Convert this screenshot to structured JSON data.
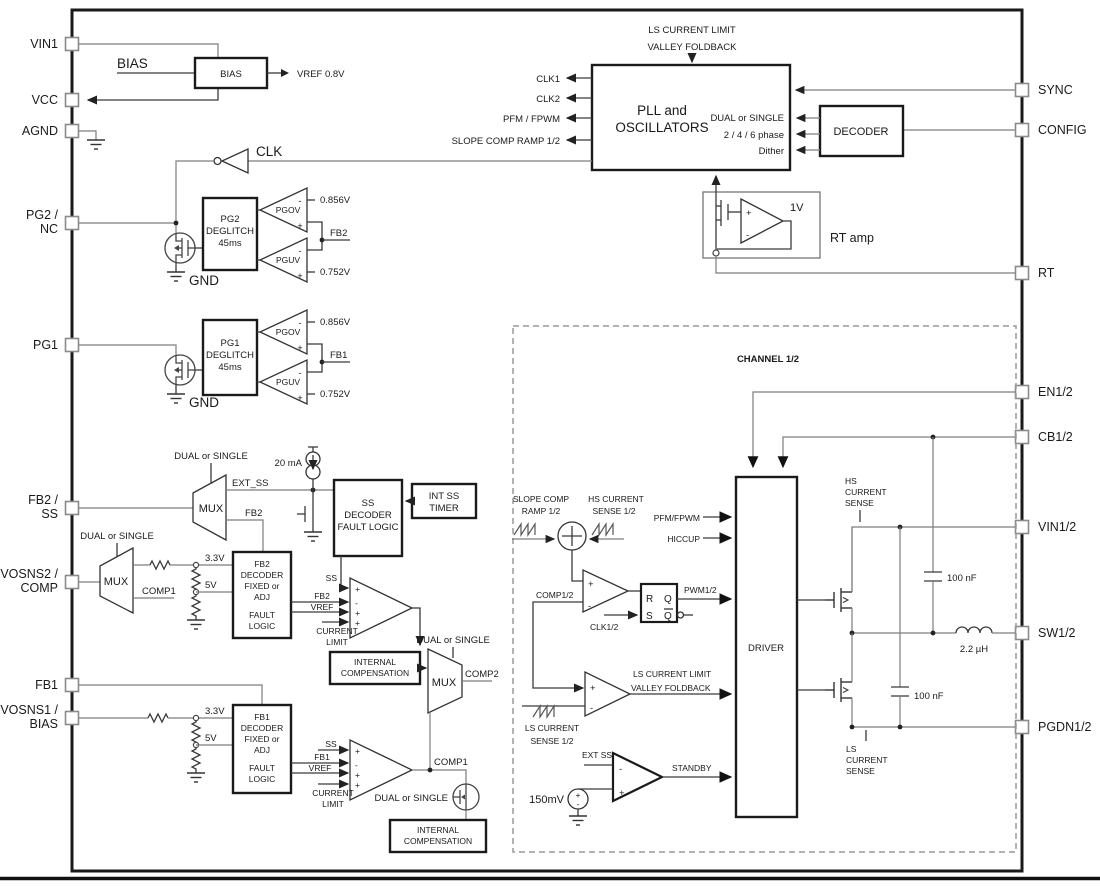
{
  "pins": {
    "left": [
      {
        "l1": "VIN1",
        "l2": ""
      },
      {
        "l1": "VCC",
        "l2": ""
      },
      {
        "l1": "AGND",
        "l2": ""
      },
      {
        "l1": "PG2 /",
        "l2": "NC"
      },
      {
        "l1": "PG1",
        "l2": ""
      },
      {
        "l1": "FB2 /",
        "l2": "SS"
      },
      {
        "l1": "VOSNS2 /",
        "l2": "COMP"
      },
      {
        "l1": "FB1",
        "l2": ""
      },
      {
        "l1": "VOSNS1 /",
        "l2": "BIAS"
      }
    ],
    "right": [
      "SYNC",
      "CONFIG",
      "RT",
      "EN1/2",
      "CB1/2",
      "VIN1/2",
      "SW1/2",
      "PGDN1/2"
    ]
  },
  "bias": {
    "net": "BIAS",
    "block": "BIAS",
    "vref": "VREF 0.8V"
  },
  "pll": {
    "top1": "LS CURRENT LIMIT",
    "top2": "VALLEY FOLDBACK",
    "name1": "PLL and",
    "name2": "OSCILLATORS",
    "out1": "CLK1",
    "out2": "CLK2",
    "out3": "PFM / FPWM",
    "out4": "SLOPE COMP RAMP 1/2",
    "clk": "CLK",
    "in1": "DUAL or SINGLE",
    "in2": "2 / 4 / 6 phase",
    "in3": "Dither"
  },
  "decoder": {
    "name": "DECODER"
  },
  "rtamp": {
    "ref": "1V",
    "name": "RT amp"
  },
  "pg2": {
    "b1": "PG2",
    "b2": "DEGLITCH",
    "b3": "45ms",
    "ov": "PGOV",
    "uv": "PGUV",
    "vov": "0.856V",
    "vuv": "0.752V",
    "fb": "FB2",
    "gnd": "GND"
  },
  "pg1": {
    "b1": "PG1",
    "b2": "DEGLITCH",
    "b3": "45ms",
    "ov": "PGOV",
    "uv": "PGUV",
    "vov": "0.856V",
    "vuv": "0.752V",
    "fb": "FB1",
    "gnd": "GND"
  },
  "muxss": {
    "ctrl": "DUAL or SINGLE",
    "name": "MUX",
    "out1": "EXT_SS",
    "out2": "FB2",
    "isrc": "20 mA"
  },
  "ssdec": {
    "l1": "SS",
    "l2": "DECODER",
    "l3": "FAULT LOGIC",
    "out": "SS"
  },
  "intss": {
    "l1": "INT SS",
    "l2": "TIMER"
  },
  "muxv2": {
    "ctrl": "DUAL or SINGLE",
    "name": "MUX",
    "out2": "COMP1",
    "v1": "3.3V",
    "v2": "5V"
  },
  "fb2dec": {
    "l1": "FB2",
    "l2": "DECODER",
    "l3": "FIXED or",
    "l4": "ADJ",
    "l5": "FAULT",
    "l6": "LOGIC"
  },
  "ea2": {
    "fb": "FB2",
    "vref": "VREF",
    "cl1": "CURRENT",
    "cl2": "LIMIT"
  },
  "ic2": {
    "l1": "INTERNAL",
    "l2": "COMPENSATION"
  },
  "muxc": {
    "ctrl": "DUAL or SINGLE",
    "name": "MUX",
    "out": "COMP2"
  },
  "fb1dec": {
    "l1": "FB1",
    "l2": "DECODER",
    "l3": "FIXED or",
    "l4": "ADJ",
    "l5": "FAULT",
    "l6": "LOGIC",
    "v1": "3.3V",
    "v2": "5V"
  },
  "ea1": {
    "ss": "SS",
    "fb": "FB1",
    "vref": "VREF",
    "cl1": "CURRENT",
    "cl2": "LIMIT",
    "out": "COMP1",
    "ctrl": "DUAL or SINGLE"
  },
  "ic1": {
    "l1": "INTERNAL",
    "l2": "COMPENSATION"
  },
  "ch": {
    "title": "CHANNEL 1/2",
    "slope1": "SLOPE COMP",
    "slope2": "RAMP 1/2",
    "hss1": "HS CURRENT",
    "hss2": "SENSE 1/2",
    "pfm": "PFM/FPWM",
    "hiccup": "HICCUP",
    "comp": "COMP1/2",
    "r": "R",
    "q": "Q",
    "s": "S",
    "qb": "Q",
    "pwm": "PWM1/2",
    "clk": "CLK1/2",
    "lsl1": "LS CURRENT LIMIT",
    "lsl2": "VALLEY FOLDBACK",
    "lss1": "LS CURRENT",
    "lss2": "SENSE 1/2",
    "extss": "EXT SS",
    "stby": "STANDBY",
    "vref": "150mV",
    "driver": "DRIVER"
  },
  "pwr": {
    "hs1": "HS",
    "hs2": "CURRENT",
    "hs3": "SENSE",
    "ls1": "LS",
    "ls2": "CURRENT",
    "ls3": "SENSE",
    "c1": "100 nF",
    "c2": "100 nF",
    "ind": "2.2 µH"
  },
  "sym": {
    "p": "+",
    "m": "-"
  }
}
